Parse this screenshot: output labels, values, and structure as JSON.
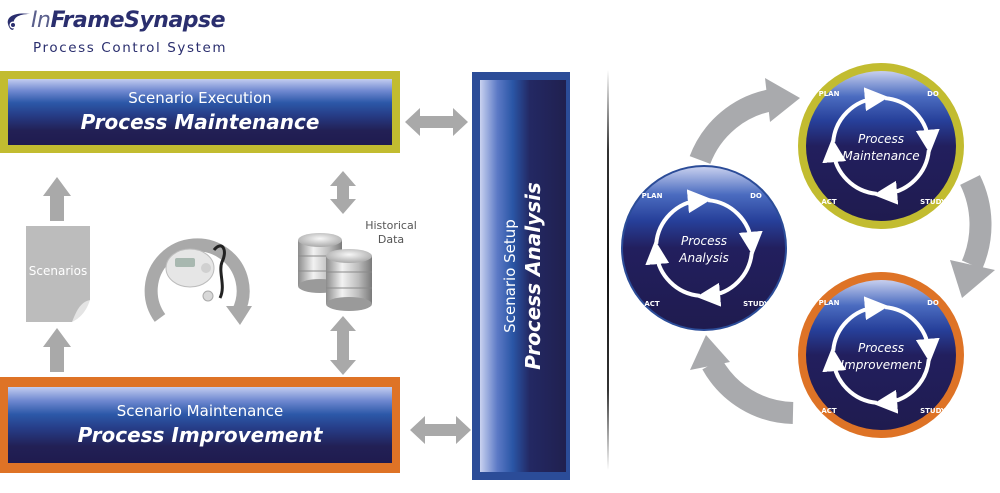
{
  "logo": {
    "name_prefix": "In",
    "name_mid": "Frame",
    "name_suffix": "Synapse",
    "subtitle": "Process Control System",
    "icon": "synapse-swoosh-icon"
  },
  "left_diagram": {
    "top_box": {
      "subtitle": "Scenario Execution",
      "title": "Process Maintenance",
      "border_color": "#c2bc30"
    },
    "bottom_box": {
      "subtitle": "Scenario Maintenance",
      "title": "Process Improvement",
      "border_color": "#de7326"
    },
    "side_box": {
      "subtitle": "Scenario Setup",
      "title": "Process Analysis",
      "border_color": "#2b4c98"
    },
    "scenarios_label": "Scenarios",
    "historical_data_label_line1": "Historical",
    "historical_data_label_line2": "Data",
    "icons": [
      "document-icon",
      "stopwatch-icon",
      "cycle-arrow-icon",
      "database-icon",
      "double-arrow-icon",
      "up-arrow-icon"
    ]
  },
  "cycle_diagram": {
    "circles": [
      {
        "line1": "Process",
        "line2": "Analysis",
        "ring_color": "#2b4c98"
      },
      {
        "line1": "Process",
        "line2": "Maintenance",
        "ring_color": "#c2bc30"
      },
      {
        "line1": "Process",
        "line2": "Improvement",
        "ring_color": "#de7326"
      }
    ],
    "pdsa_labels": {
      "plan": "PLAN",
      "do": "DO",
      "study": "STUDY",
      "act": "ACT"
    }
  },
  "colors": {
    "navy": "#1f1b4f",
    "arrow_gray": "#a8a8a8",
    "yellow": "#c2bc30",
    "orange": "#de7326",
    "blue": "#2b4c98"
  }
}
